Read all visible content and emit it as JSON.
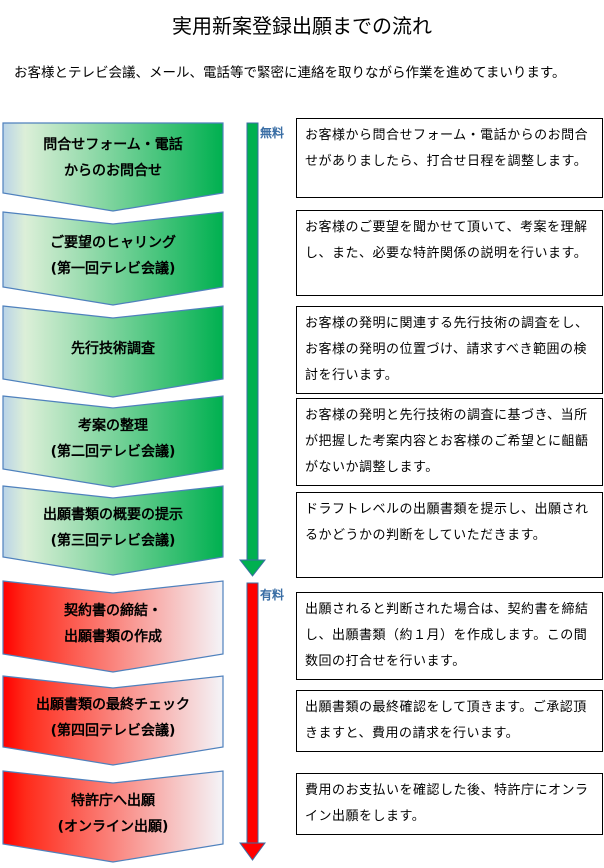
{
  "title": "実用新案登録出願までの流れ",
  "intro": "お客様とテレビ会議、メール、電話等で緊密に連絡を取りながら作業を進めてまいります。",
  "fee_labels": {
    "free": "無料",
    "paid": "有料"
  },
  "colors": {
    "green": "#00b050",
    "red": "#ff0000",
    "border": "#4f81bd"
  },
  "steps": [
    {
      "line1": "問合せフォーム・電話",
      "line2": "からのお問合せ",
      "type": "free",
      "desc": "お客様から問合せフォーム・電話からのお問合せがありましたら、打合せ日程を調整します。"
    },
    {
      "line1": "ご要望のヒャリング",
      "line2": "(第一回テレビ会議)",
      "type": "free",
      "desc": "お客様のご要望を聞かせて頂いて、考案を理解し、また、必要な特許関係の説明を行います。"
    },
    {
      "line1": "先行技術調査",
      "line2": "",
      "type": "free",
      "desc": "お客様の発明に関連する先行技術の調査をし、お客様の発明の位置づけ、請求すべき範囲の検討を行います。"
    },
    {
      "line1": "考案の整理",
      "line2": "(第二回テレビ会議)",
      "type": "free",
      "desc": "お客様の発明と先行技術の調査に基づき、当所が把握した考案内容とお客様のご希望とに齟齬がないか調整します。"
    },
    {
      "line1": "出願書類の概要の提示",
      "line2": "(第三回テレビ会議)",
      "type": "free",
      "desc": "ドラフトレベルの出願書類を提示し、出願されるかどうかの判断をしていただきます。"
    },
    {
      "line1": "契約書の締結・",
      "line2": "出願書類の作成",
      "type": "paid",
      "desc": "出願されると判断された場合は、契約書を締結し、出願書類（約１月）を作成します。この間数回の打合せを行います。"
    },
    {
      "line1": "出願書類の最終チェック",
      "line2": "(第四回テレビ会議)",
      "type": "paid",
      "desc": "出願書類の最終確認をして頂きます。ご承認頂きますと、費用の請求を行います。"
    },
    {
      "line1": "特許庁へ出願",
      "line2": "(オンライン出願)",
      "type": "paid",
      "desc": "費用のお支払いを確認した後、特許庁にオンライン出願をします。"
    }
  ]
}
